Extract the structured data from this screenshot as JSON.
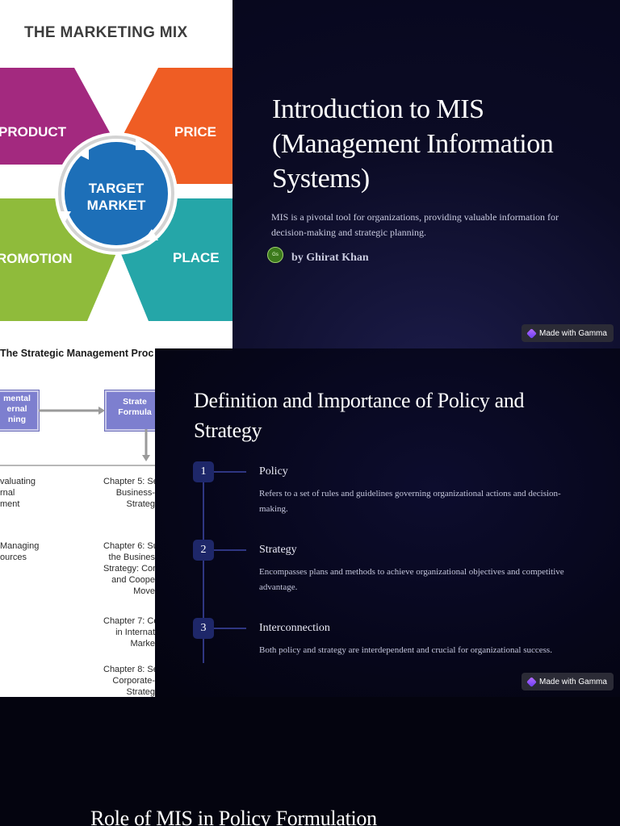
{
  "slide1": {
    "image": {
      "heading": "THE MARKETING MIX",
      "center_label_1": "TARGET",
      "center_label_2": "MARKET",
      "segments": {
        "product": "PRODUCT",
        "price": "PRICE",
        "promotion": "ROMOTION",
        "place": "PLACE"
      },
      "colors": {
        "product": "#a3297f",
        "price": "#ef5d24",
        "promotion": "#8fbb3b",
        "place": "#25a6a8",
        "center": "#1d6fb8"
      }
    },
    "title": "Introduction to MIS (Management Information Systems)",
    "subtitle": "MIS is a pivotal tool for organizations, providing valuable information for decision-making and strategic planning.",
    "author": {
      "avatar_initials": "Gs",
      "byline": "by Ghirat Khan"
    },
    "badge": "Made with Gamma"
  },
  "slide2": {
    "image": {
      "heading": "The Strategic Management Proc",
      "box_left": "mental\nernal\nning",
      "box_right": "Strate\nFormula",
      "left_col": [
        "valuating\nrnal\nment",
        "Managing\nources"
      ],
      "right_col": [
        "Chapter 5: Se\nBusiness-\nStrateg",
        "Chapter 6: Su\nthe Busines\nStrategy: Con\nand Coope\nMove",
        "Chapter 7: Co\nin Internat\nMarke",
        "Chapter 8: Se\nCorporate-\nStrateg"
      ]
    },
    "title": "Definition and Importance of Policy and Strategy",
    "items": [
      {
        "number": "1",
        "heading": "Policy",
        "description": "Refers to a set of rules and guidelines governing organizational actions and decision-making."
      },
      {
        "number": "2",
        "heading": "Strategy",
        "description": "Encompasses plans and methods to achieve organizational objectives and competitive advantage."
      },
      {
        "number": "3",
        "heading": "Interconnection",
        "description": "Both policy and strategy are interdependent and crucial for organizational success."
      }
    ],
    "badge": "Made with Gamma"
  },
  "slide3": {
    "title": "Role of MIS in Policy Formulation"
  }
}
